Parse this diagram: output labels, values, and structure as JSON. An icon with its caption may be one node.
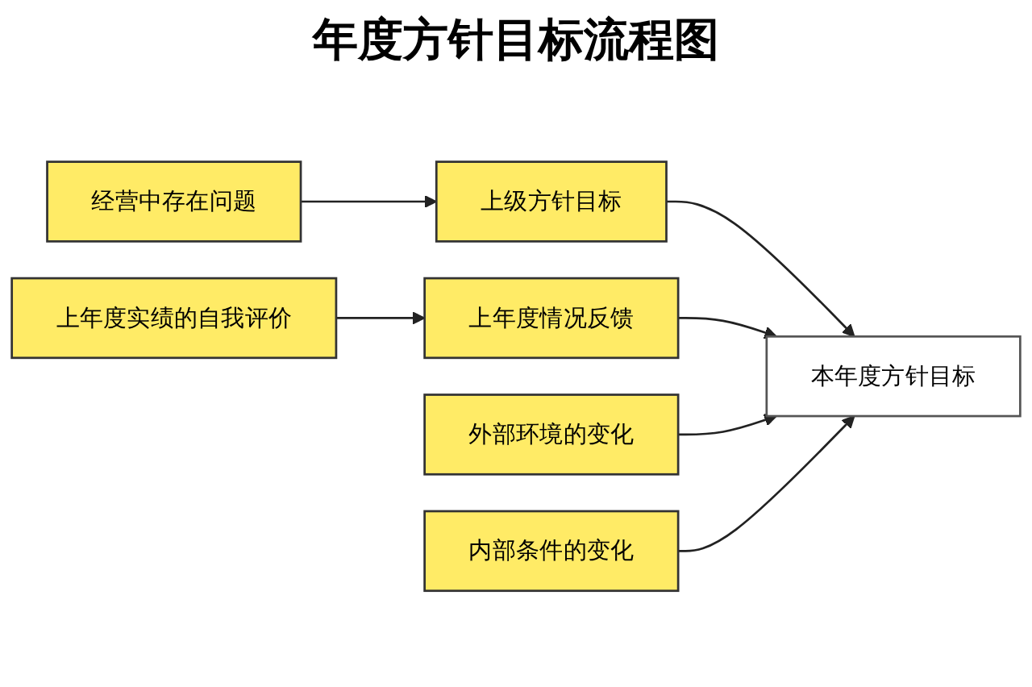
{
  "diagram": {
    "title": "年度方针目标流程图",
    "nodes": [
      {
        "text": [
          "经营中存在问题"
        ]
      },
      {
        "text": [
          "上级方针目标"
        ]
      },
      {
        "text": [
          "本年度方针目标"
        ]
      },
      {
        "text": [
          "上年度情况反馈"
        ]
      },
      {
        "text": [
          "上年度实绩的自我评价"
        ]
      },
      {
        "text": [
          "外部环境的变化"
        ]
      },
      {
        "text": [
          "内部条件的变化"
        ]
      }
    ],
    "edges": [
      {
        "from": 0,
        "to": 1,
        "arrow": "to"
      },
      {
        "from": 1,
        "to": 2,
        "arrow": "to"
      },
      {
        "from": 3,
        "to": 2,
        "arrow": "to"
      },
      {
        "from": 4,
        "to": 3,
        "arrow": "to"
      },
      {
        "from": 5,
        "to": 2,
        "arrow": "to"
      },
      {
        "from": 6,
        "to": 2,
        "arrow": "to"
      }
    ]
  }
}
